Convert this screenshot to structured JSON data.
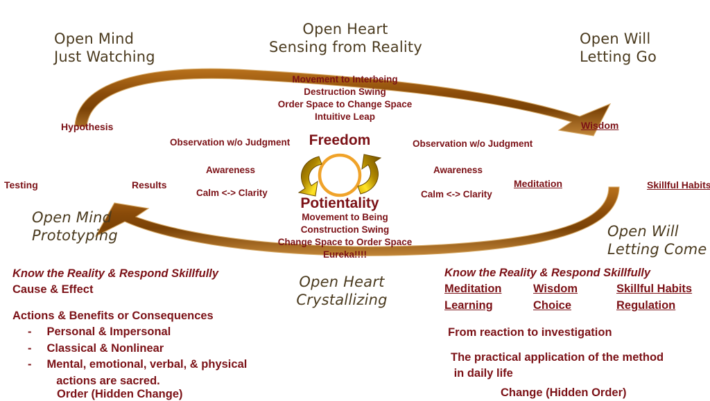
{
  "meta": {
    "accent_brown": "#a0560f",
    "dark_red": "#7b1116",
    "label_brown": "#4a3a1e",
    "gold": "#f5d000",
    "orange": "#f0a32a"
  },
  "outer_labels": {
    "top_left": "Open Mind\nJust Watching",
    "top_center": "Open Heart\nSensing from Reality",
    "top_right": "Open Will\nLetting Go",
    "bottom_left": "Open Mind\nPrototyping",
    "bottom_center": "Open Heart\nCrystallizing",
    "bottom_right": "Open Will\nLetting Come"
  },
  "upper_center_lines": [
    "Movement to Interbeing",
    "Destruction Swing",
    "Order Space to Change Space",
    "Intuitive Leap"
  ],
  "center": {
    "top_title": "Freedom",
    "bottom_title": "Potientality",
    "icon": "cycle-arrows-circle-icon"
  },
  "lower_center_lines": [
    "Movement to Being",
    "Construction Swing",
    "Change Space to Order Space",
    "Eureka!!!!"
  ],
  "left_band": {
    "top": "Observation w/o Judgment",
    "middle": "Awareness",
    "bottom": "Calm <-> Clarity"
  },
  "right_band": {
    "top": "Observation w/o Judgment",
    "middle": "Awareness",
    "bottom": "Calm <-> Clarity"
  },
  "left_triangle": {
    "apex": "Hypothesis",
    "left": "Testing",
    "right": "Results"
  },
  "right_triangle": {
    "apex": "Wisdom",
    "left": "Meditation",
    "right": "Skillful Habits"
  },
  "left_block": {
    "heading": "Know the Reality & Respond Skillfully",
    "subheading": "Cause & Effect",
    "section": "Actions & Benefits or Consequences",
    "bullets": [
      "Personal & Impersonal",
      "Classical & Nonlinear",
      "Mental, emotional, verbal, & physical\n   actions are sacred."
    ],
    "footer": "Order (Hidden Change)"
  },
  "right_block": {
    "heading": "Know the Reality & Respond Skillfully",
    "grid": [
      [
        "Meditation",
        "Wisdom",
        "Skillful Habits"
      ],
      [
        "Learning",
        "Choice",
        "Regulation"
      ]
    ],
    "line1": "From reaction to investigation",
    "line2": "The practical application of the method\n in daily life",
    "footer": "Change (Hidden Order)"
  }
}
